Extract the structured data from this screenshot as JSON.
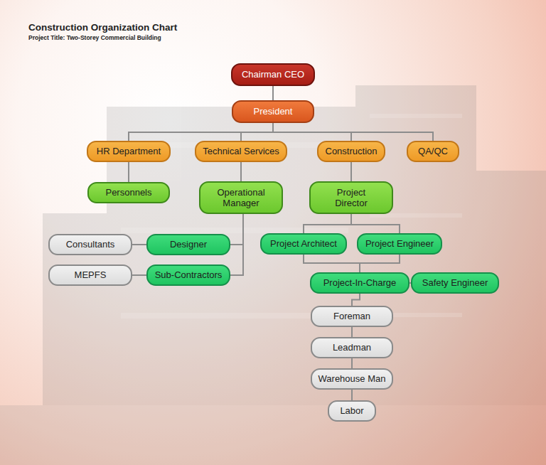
{
  "diagram": {
    "title": "Construction Organization Chart",
    "nodes": [
      {
        "text": [
          "Chairman CEO"
        ]
      },
      {
        "text": [
          "President"
        ]
      },
      {
        "text": [
          "HR Department"
        ]
      },
      {
        "text": [
          "Technical Services"
        ]
      },
      {
        "text": [
          "Construction"
        ]
      },
      {
        "text": [
          "QA/QC"
        ]
      },
      {
        "text": [
          "Personnels"
        ]
      },
      {
        "text": [
          "Operational Manager"
        ]
      },
      {
        "text": [
          "Project Director"
        ]
      },
      {
        "text": [
          "Consultants"
        ]
      },
      {
        "text": [
          "Designer"
        ]
      },
      {
        "text": [
          "Project Architect"
        ]
      },
      {
        "text": [
          "Project Engineer"
        ]
      },
      {
        "text": [
          "MEPFS"
        ]
      },
      {
        "text": [
          "Sub-Contractors"
        ]
      },
      {
        "text": [
          "Project-In-Charge"
        ]
      },
      {
        "text": [
          "Safety Engineer"
        ]
      },
      {
        "text": [
          "Foreman"
        ]
      },
      {
        "text": [
          "Leadman"
        ]
      },
      {
        "text": [
          "Warehouse Man"
        ]
      },
      {
        "text": [
          "Labor"
        ]
      }
    ],
    "edges": [
      {
        "from": 0,
        "to": 1,
        "arrow": "none"
      },
      {
        "from": 1,
        "to": 2,
        "arrow": "none"
      },
      {
        "from": 1,
        "to": 3,
        "arrow": "none"
      },
      {
        "from": 1,
        "to": 4,
        "arrow": "none"
      },
      {
        "from": 1,
        "to": 5,
        "arrow": "none"
      },
      {
        "from": 2,
        "to": 6,
        "arrow": "none"
      },
      {
        "from": 3,
        "to": 7,
        "arrow": "none"
      },
      {
        "from": 4,
        "to": 8,
        "arrow": "none"
      },
      {
        "from": 7,
        "to": 10,
        "arrow": "none"
      },
      {
        "from": 7,
        "to": 14,
        "arrow": "none"
      },
      {
        "from": 10,
        "to": 9,
        "arrow": "none"
      },
      {
        "from": 14,
        "to": 13,
        "arrow": "none"
      },
      {
        "from": 8,
        "to": 11,
        "arrow": "none"
      },
      {
        "from": 8,
        "to": 12,
        "arrow": "none"
      },
      {
        "from": 11,
        "to": 15,
        "arrow": "none"
      },
      {
        "from": 12,
        "to": 15,
        "arrow": "none"
      },
      {
        "from": 15,
        "to": 16,
        "arrow": "none"
      },
      {
        "from": 15,
        "to": 17,
        "arrow": "none"
      },
      {
        "from": 17,
        "to": 18,
        "arrow": "none"
      },
      {
        "from": 18,
        "to": 19,
        "arrow": "none"
      },
      {
        "from": 19,
        "to": 20,
        "arrow": "none"
      }
    ],
    "labels": [
      "Project Title: Two-Storey Commercial Building"
    ]
  }
}
